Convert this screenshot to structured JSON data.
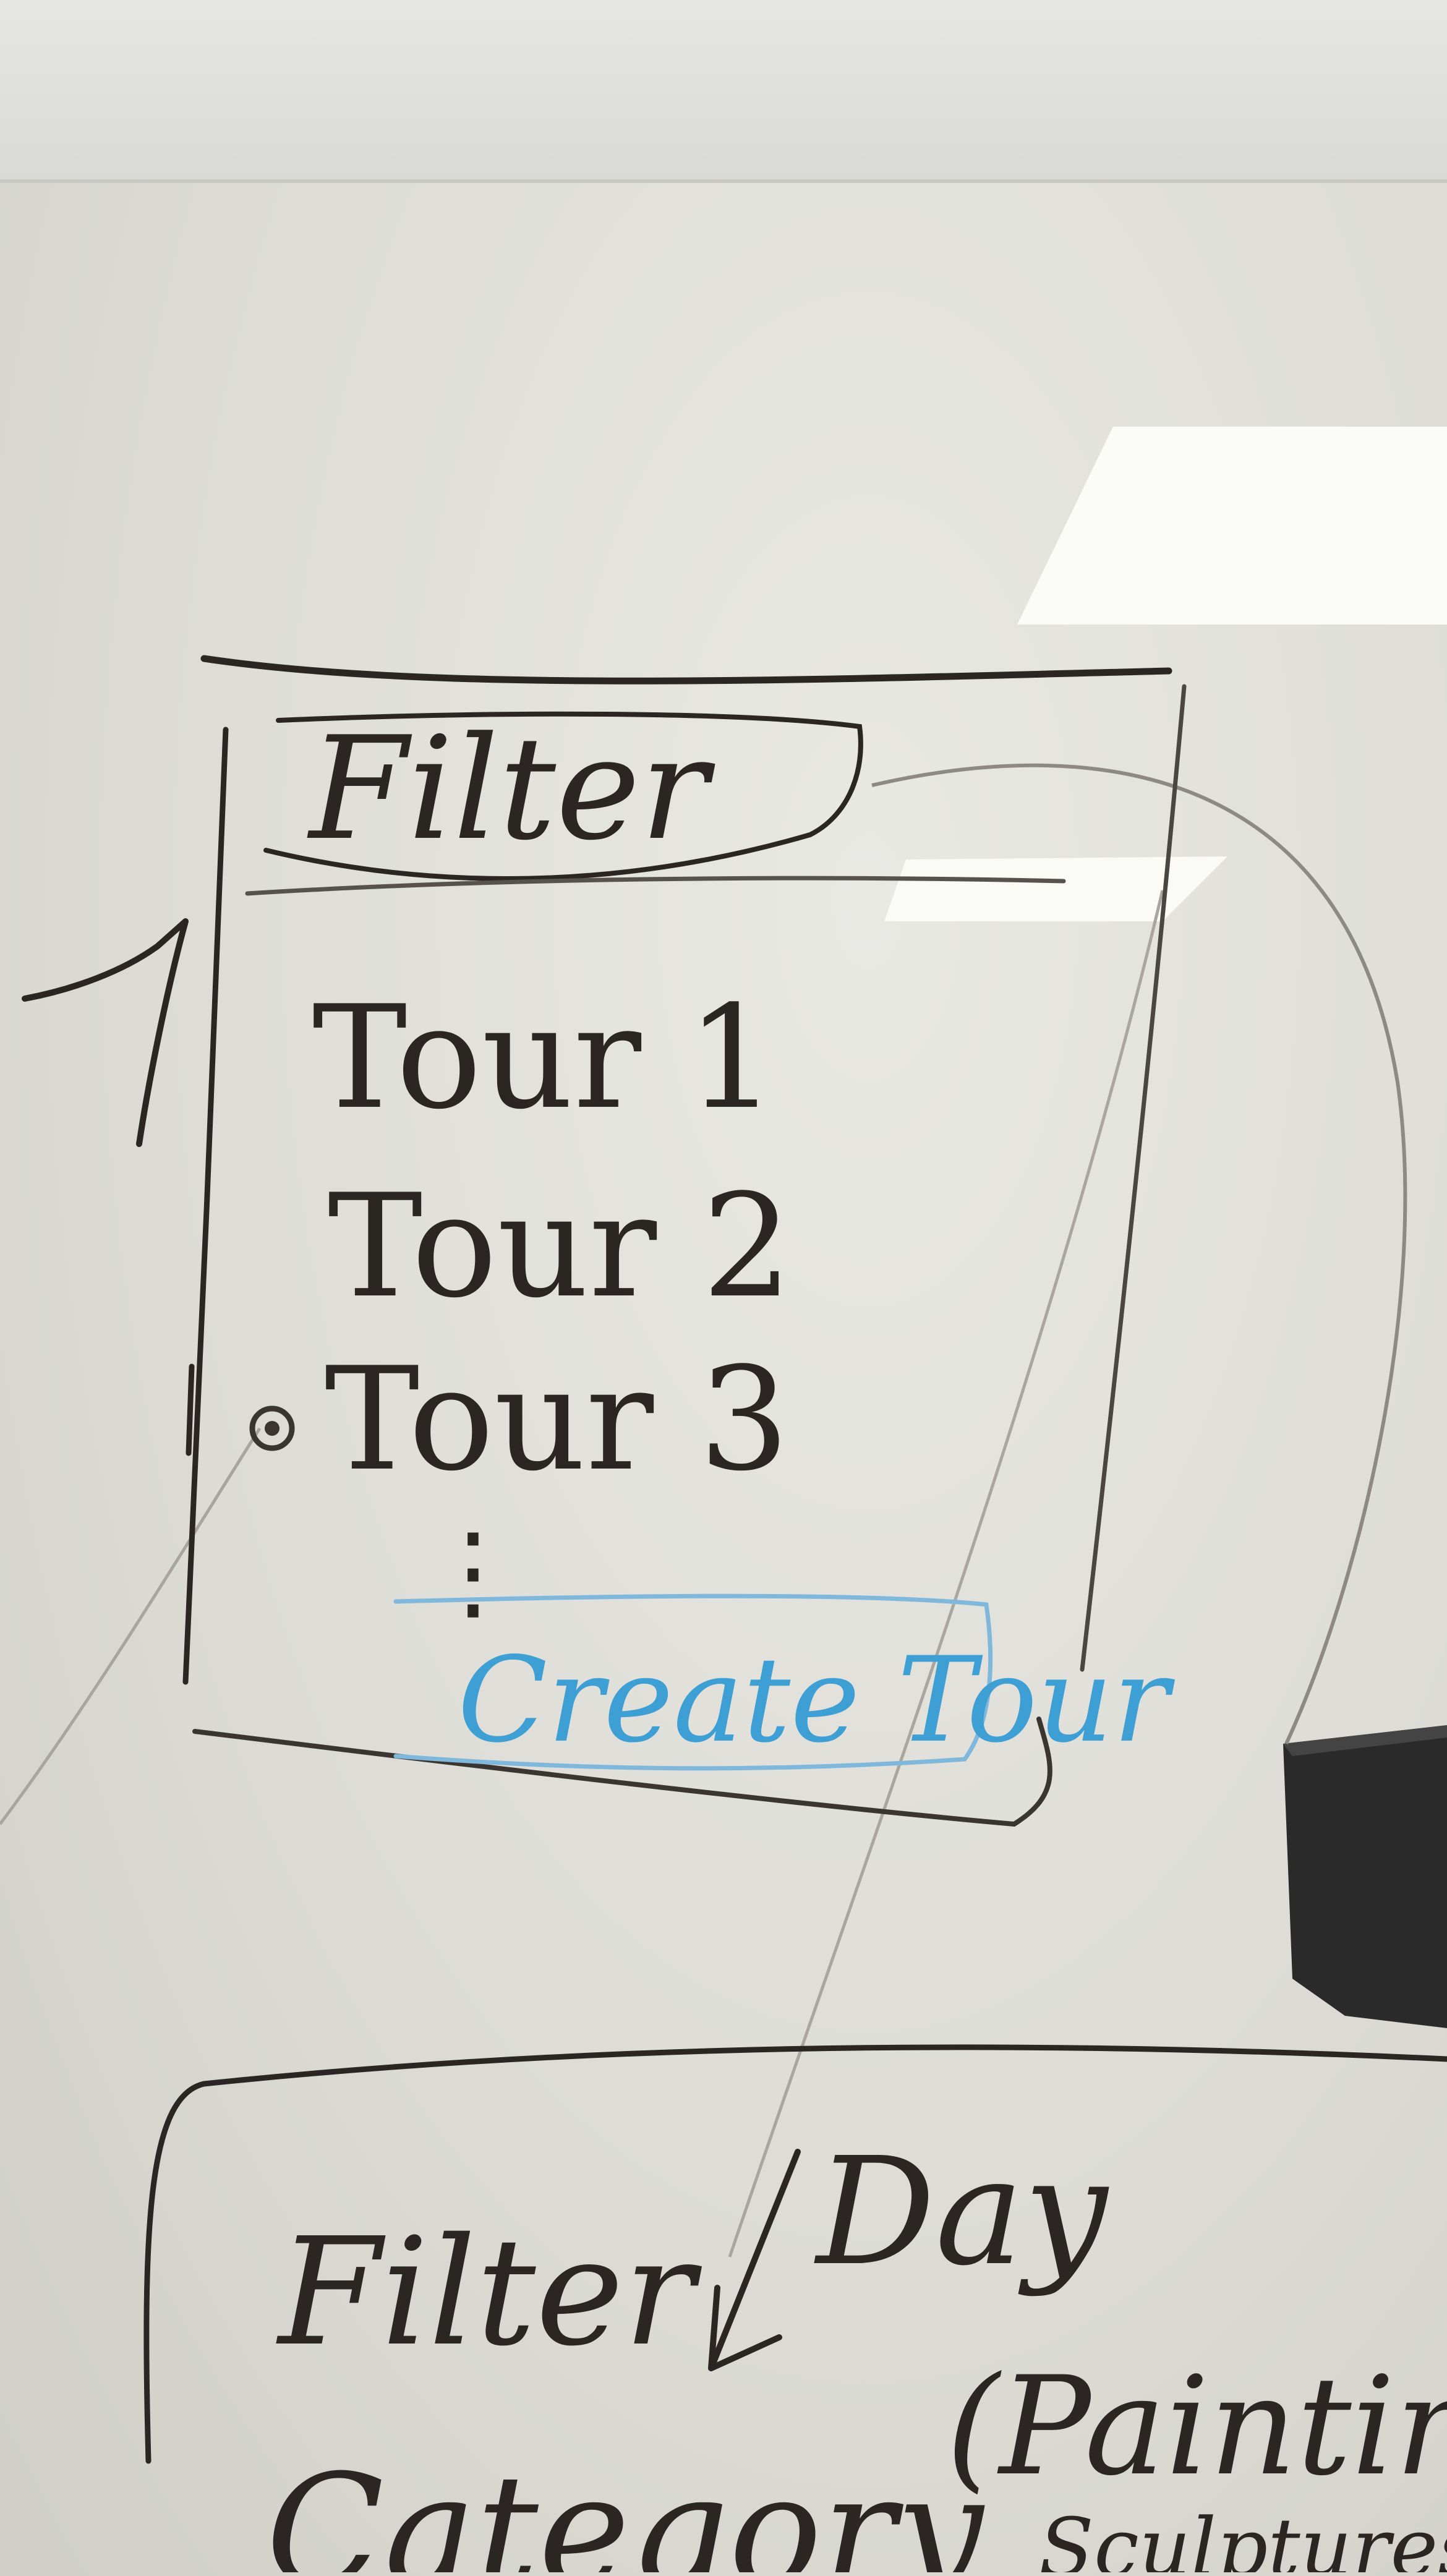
{
  "sketch": {
    "title": "Filter",
    "tours": [
      "Tour 1",
      "Tour 2",
      "Tour 3"
    ],
    "ellipsis": "⋮",
    "create_button": "Create Tour"
  },
  "bottom_note": {
    "label_left": "Filter",
    "label_right": "Day",
    "category": "Category",
    "paren": "(Paintings,",
    "second_line": "Sculptures..."
  },
  "colors": {
    "ink": "#2b2623",
    "blue_marker": "#3d9fd4",
    "board": "#dddcd6",
    "eraser": "#2a2a2a"
  }
}
